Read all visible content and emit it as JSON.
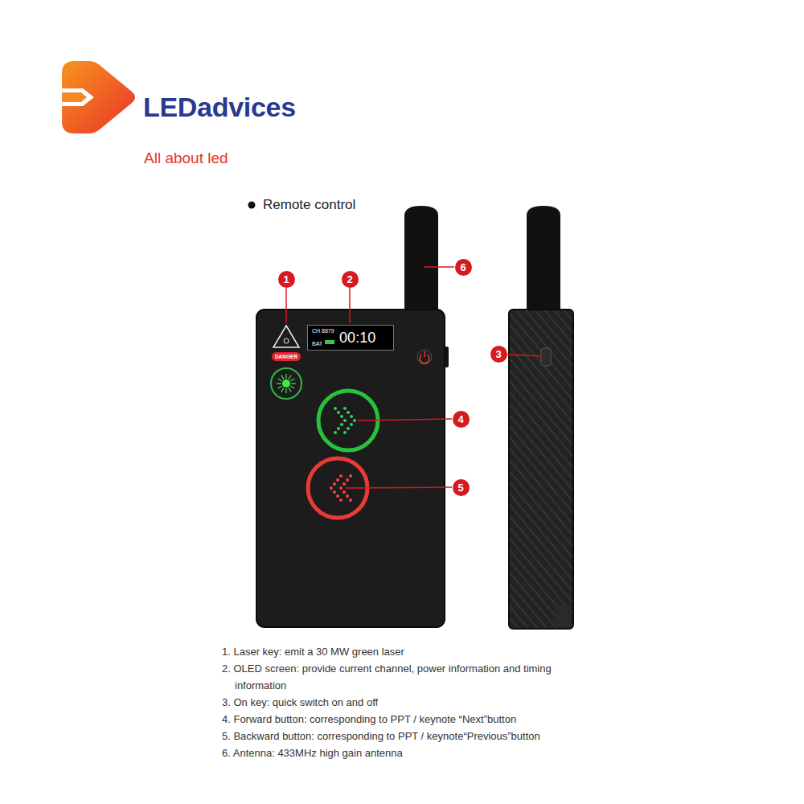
{
  "diagram": {
    "title": "Remote control",
    "nodes": [
      {
        "text": [
          "1"
        ]
      },
      {
        "text": [
          "2"
        ]
      },
      {
        "text": [
          "6"
        ]
      },
      {
        "text": [
          "CH 8879",
          "BAT",
          "00:10"
        ]
      },
      {
        "text": [
          "DANGER"
        ]
      },
      {
        "text": [
          "3"
        ]
      },
      {
        "text": [
          "4"
        ]
      },
      {
        "text": [
          "5"
        ]
      }
    ],
    "labels": [
      "LEDadvices",
      "All about led",
      "1. Laser key: emit a 30 MW green laser",
      "2. OLED screen: provide current channel, power information and timing information",
      "3. On key: quick switch on and off",
      "4. Forward button: corresponding to PPT / keynote “Next”button",
      "5. Backward button: corresponding to PPT / keynote“Previous”button",
      "6. Antenna: 433MHz high gain antenna"
    ]
  }
}
